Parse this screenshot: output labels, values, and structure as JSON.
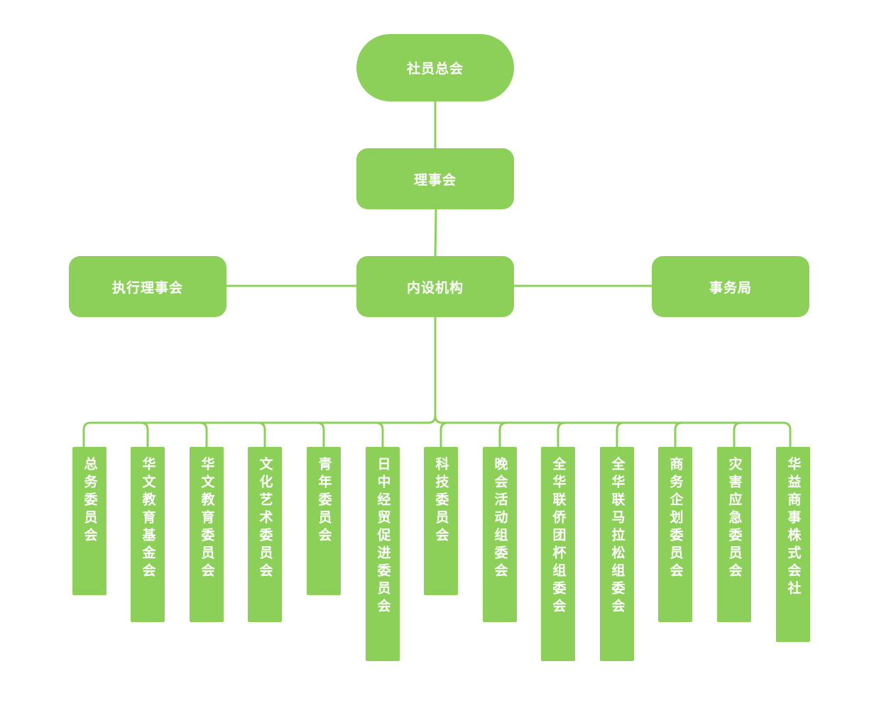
{
  "colors": {
    "fill": "#8cd05a",
    "line": "#8cd05a",
    "text": "#ffffff",
    "background": "#ffffff"
  },
  "nodes": {
    "general_assembly": "社员总会",
    "board": "理事会",
    "internal": "内设机构",
    "executive_board": "执行理事会",
    "secretariat": "事务局"
  },
  "committees": [
    "总务委员会",
    "华文教育基金会",
    "华文教育委员会",
    "文化艺术委员会",
    "青年委员会",
    "日中经贸促进委员会",
    "科技委员会",
    "晚会活动组委会",
    "全华联侨团杯组委会",
    "全华联马拉松组委会",
    "商务企划委员会",
    "灾害应急委员会",
    "华益商事株式会社"
  ]
}
